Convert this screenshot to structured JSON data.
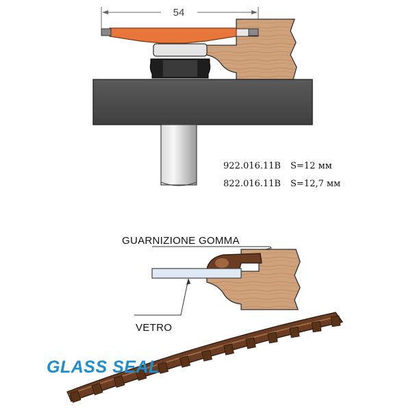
{
  "dimension": {
    "value": "54"
  },
  "specs": [
    {
      "code": "922.016.11B",
      "size": "S=12 мм"
    },
    {
      "code": "822.016.11B",
      "size": "S=12,7 мм"
    }
  ],
  "labels": {
    "gasket": "GUARNIZIONE GOMMA",
    "glass": "VETRO"
  },
  "brand": {
    "title": "GLASS SEAL"
  },
  "colors": {
    "cutter": "#e8753a",
    "table": "#4d4d4d",
    "wood": "#c99b74",
    "glass": "#dfe9f5",
    "gasket": "#6a3d22",
    "brand": "#1a8fd4"
  }
}
